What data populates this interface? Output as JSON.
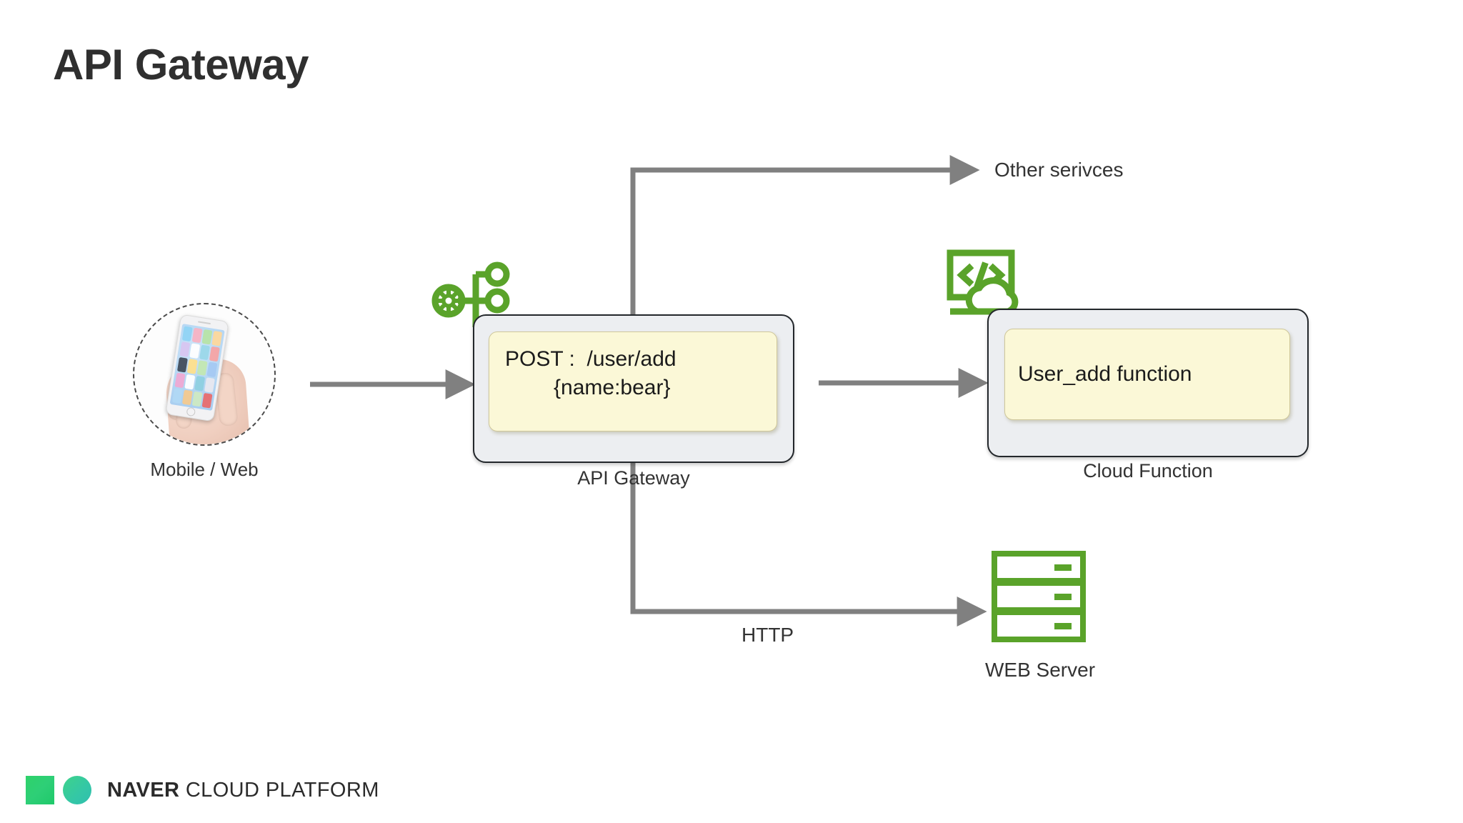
{
  "page_title": "API Gateway",
  "nodes": {
    "client": {
      "label": "Mobile / Web",
      "icon": "mobile-phone-photo"
    },
    "gateway": {
      "label": "API Gateway",
      "icon": "api-gateway-gear-icon",
      "request_line1": "POST :  /user/add",
      "request_line2": "{name:bear}"
    },
    "cloud_function": {
      "label": "Cloud Function",
      "icon": "cloud-code-icon",
      "function_name": "User_add function"
    },
    "web_server": {
      "label": "WEB Server",
      "icon": "server-rack-icon"
    }
  },
  "edges": {
    "client_to_gateway": "",
    "gateway_to_other_services": "Other serivces",
    "gateway_to_cloud_function": "",
    "gateway_to_web_server": "HTTP"
  },
  "footer": {
    "brand_bold": "NAVER",
    "brand_rest": "CLOUD PLATFORM"
  },
  "colors": {
    "brand_green": "#5aa32a",
    "logo_green": "#2fd26a",
    "logo_teal": "#2fbfae",
    "arrow_gray": "#808080",
    "card_yellow": "#fbf8d7",
    "card_gray": "#eceef1",
    "text_dark": "#2f2f2f"
  }
}
